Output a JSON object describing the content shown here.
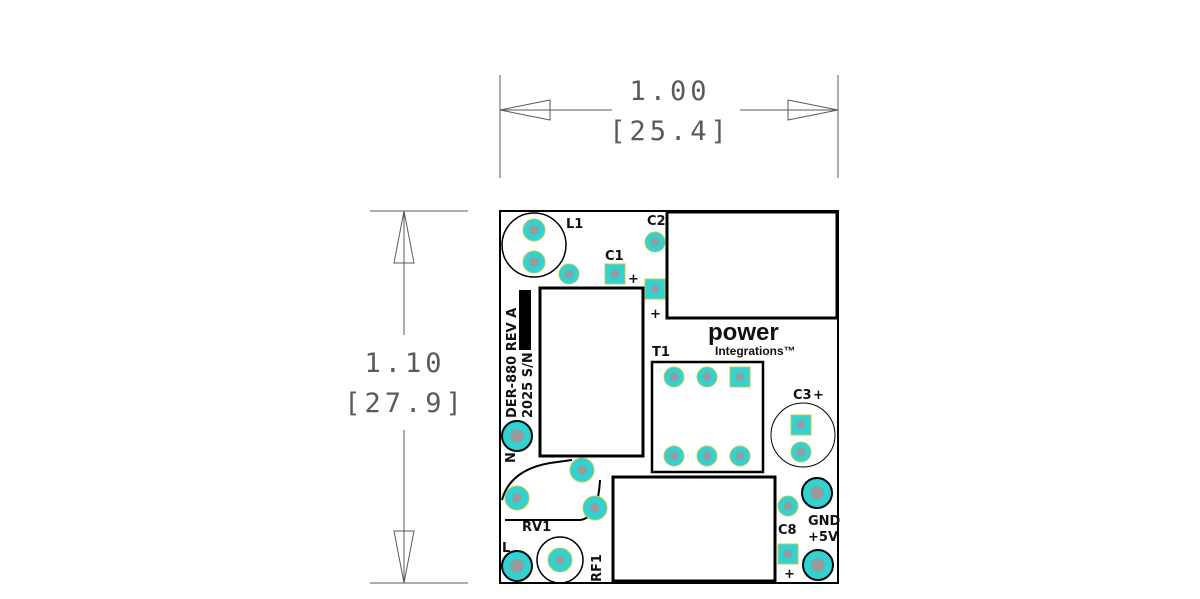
{
  "dimensions": {
    "width_in": "1.00",
    "width_mm": "[25.4]",
    "height_in": "1.10",
    "height_mm": "[27.9]"
  },
  "board": {
    "id_line1": "DER-880 REV A",
    "id_line2": "2025 S/N",
    "logo_word": "power",
    "logo_sub": "Integrations™"
  },
  "labels": {
    "l1": "L1",
    "c1": "C1",
    "c2": "C2",
    "c3": "C3",
    "c8": "C8",
    "t1": "T1",
    "rv1": "RV1",
    "rf1": "RF1",
    "n": "N",
    "l": "L",
    "gnd": "GND",
    "plus5v": "+5V",
    "plus": "+"
  },
  "colors": {
    "pad": "#29d6d6",
    "hole": "#9a9a9a",
    "ring": "#d8c23a",
    "outline": "#000000",
    "dimension": "#5a5a5a"
  }
}
